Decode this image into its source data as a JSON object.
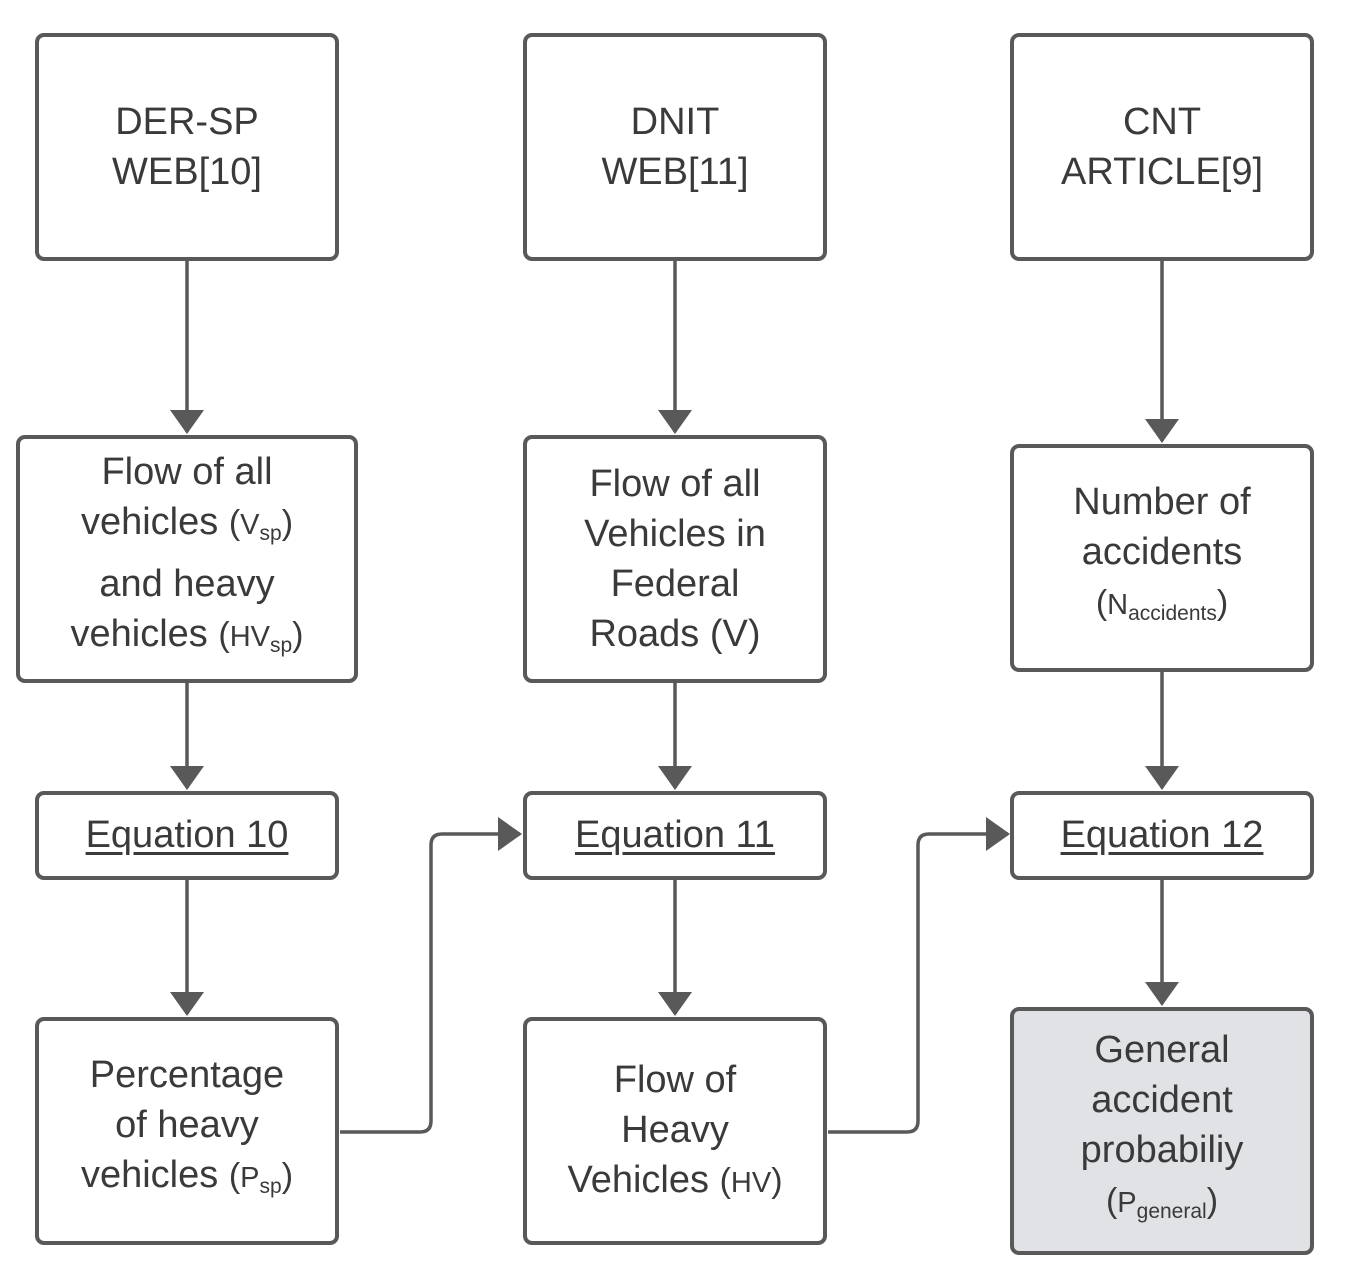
{
  "diagram": {
    "sources": {
      "dersp": [
        "DER-SP",
        "WEB[10]"
      ],
      "dnit": [
        "DNIT",
        "WEB[11]"
      ],
      "cnt": [
        "CNT",
        "ARTICLE[9]"
      ]
    },
    "flow_all_sp": {
      "lines": [
        "Flow of all",
        "vehicles",
        "and heavy",
        "vehicles"
      ],
      "v_sym": "V",
      "v_sub": "sp",
      "hv_sym": "HV",
      "hv_sub": "sp"
    },
    "flow_all_federal": {
      "lines": [
        "Flow of all",
        "Vehicles in",
        "Federal",
        "Roads (V)"
      ]
    },
    "num_accidents": {
      "lines": [
        "Number of",
        "accidents"
      ],
      "sym": "N",
      "sub": "accidents"
    },
    "equations": {
      "eq10": "Equation 10",
      "eq11": "Equation 11",
      "eq12": "Equation 12"
    },
    "pct_heavy": {
      "lines": [
        "Percentage",
        "of heavy",
        "vehicles"
      ],
      "sym": "P",
      "sub": "sp"
    },
    "flow_heavy": {
      "lines": [
        "Flow of",
        "Heavy",
        "Vehicles"
      ],
      "sym": "HV"
    },
    "general_prob": {
      "lines": [
        "General",
        "accident",
        "probabiliy"
      ],
      "sym": "P",
      "sub": "general"
    },
    "colors": {
      "stroke": "#595959",
      "text": "#3a3a3a",
      "highlight_fill": "#e0e2e6"
    }
  }
}
